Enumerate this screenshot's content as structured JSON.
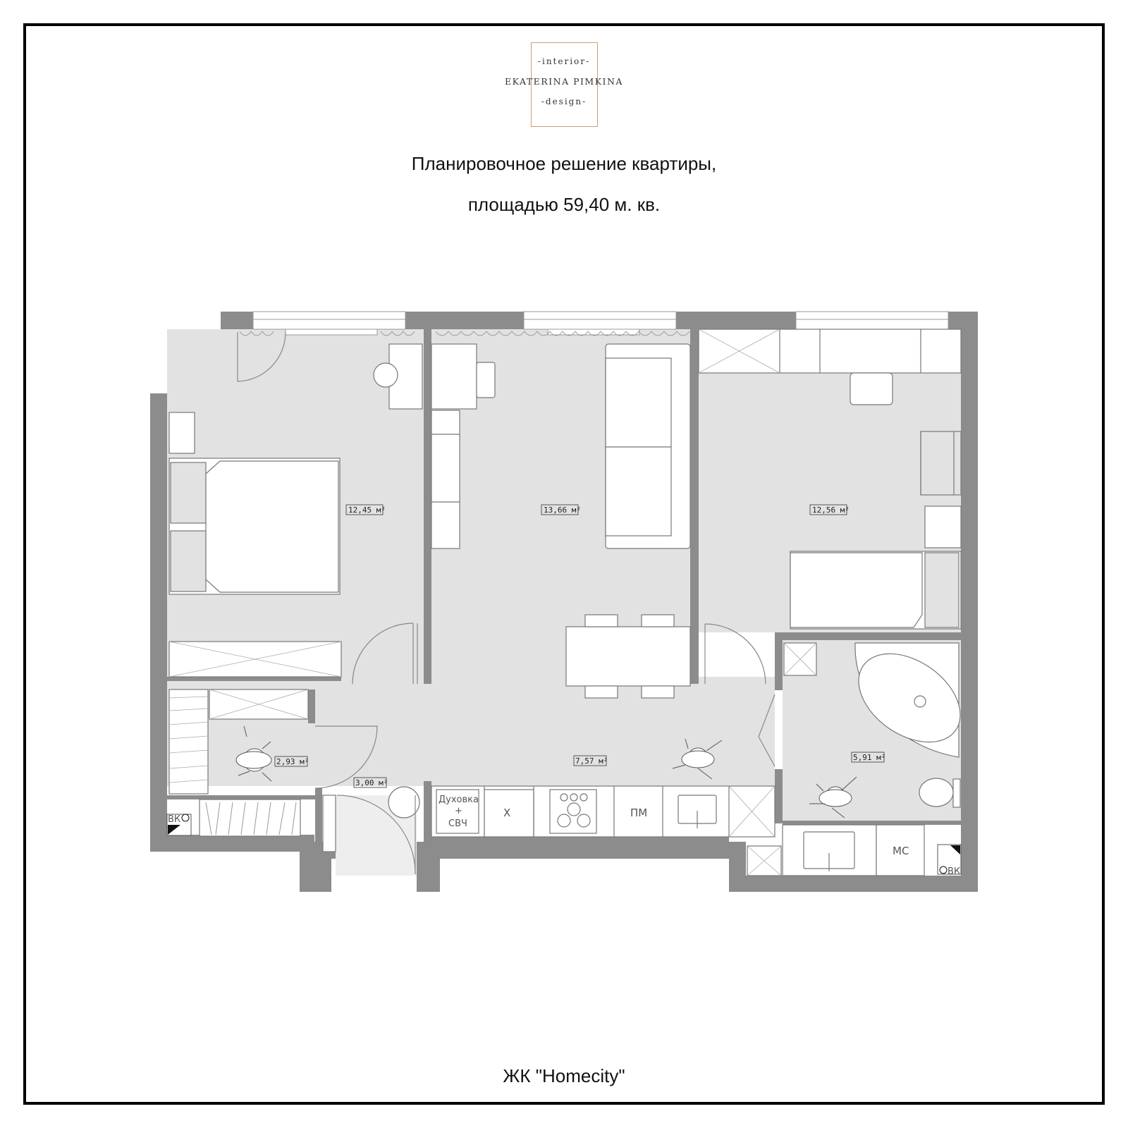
{
  "logo": {
    "line1": "-interior-",
    "line2": "EKATERINA PIMKINA",
    "line3": "-design-"
  },
  "title": {
    "line1": "Планировочное решение квартиры,",
    "line2": "площадью 59,40 м. кв."
  },
  "footer": "ЖК \"Homecity\"",
  "rooms": {
    "bedroom_left": "12,45 м²",
    "living": "13,66 м²",
    "bedroom_right": "12,56 м²",
    "wardrobe": "2,93 м²",
    "hall_entry": "3,00 м²",
    "corridor_kitchen": "7,57 м²",
    "bathroom": "5,91 м²"
  },
  "fixtures": {
    "oven": "Духовка",
    "oven_plus": "+",
    "microwave": "СВЧ",
    "fridge": "Х",
    "dishwasher": "ПМ",
    "washer": "МС",
    "riser_left": "ВК",
    "riser_right": "ВК"
  },
  "colors": {
    "wall": "#8c8c8c",
    "floor": "#e2e2e2",
    "entry_floor": "#eeeeee",
    "furniture_stroke": "#777777",
    "logo_border": "#c8a07a"
  }
}
